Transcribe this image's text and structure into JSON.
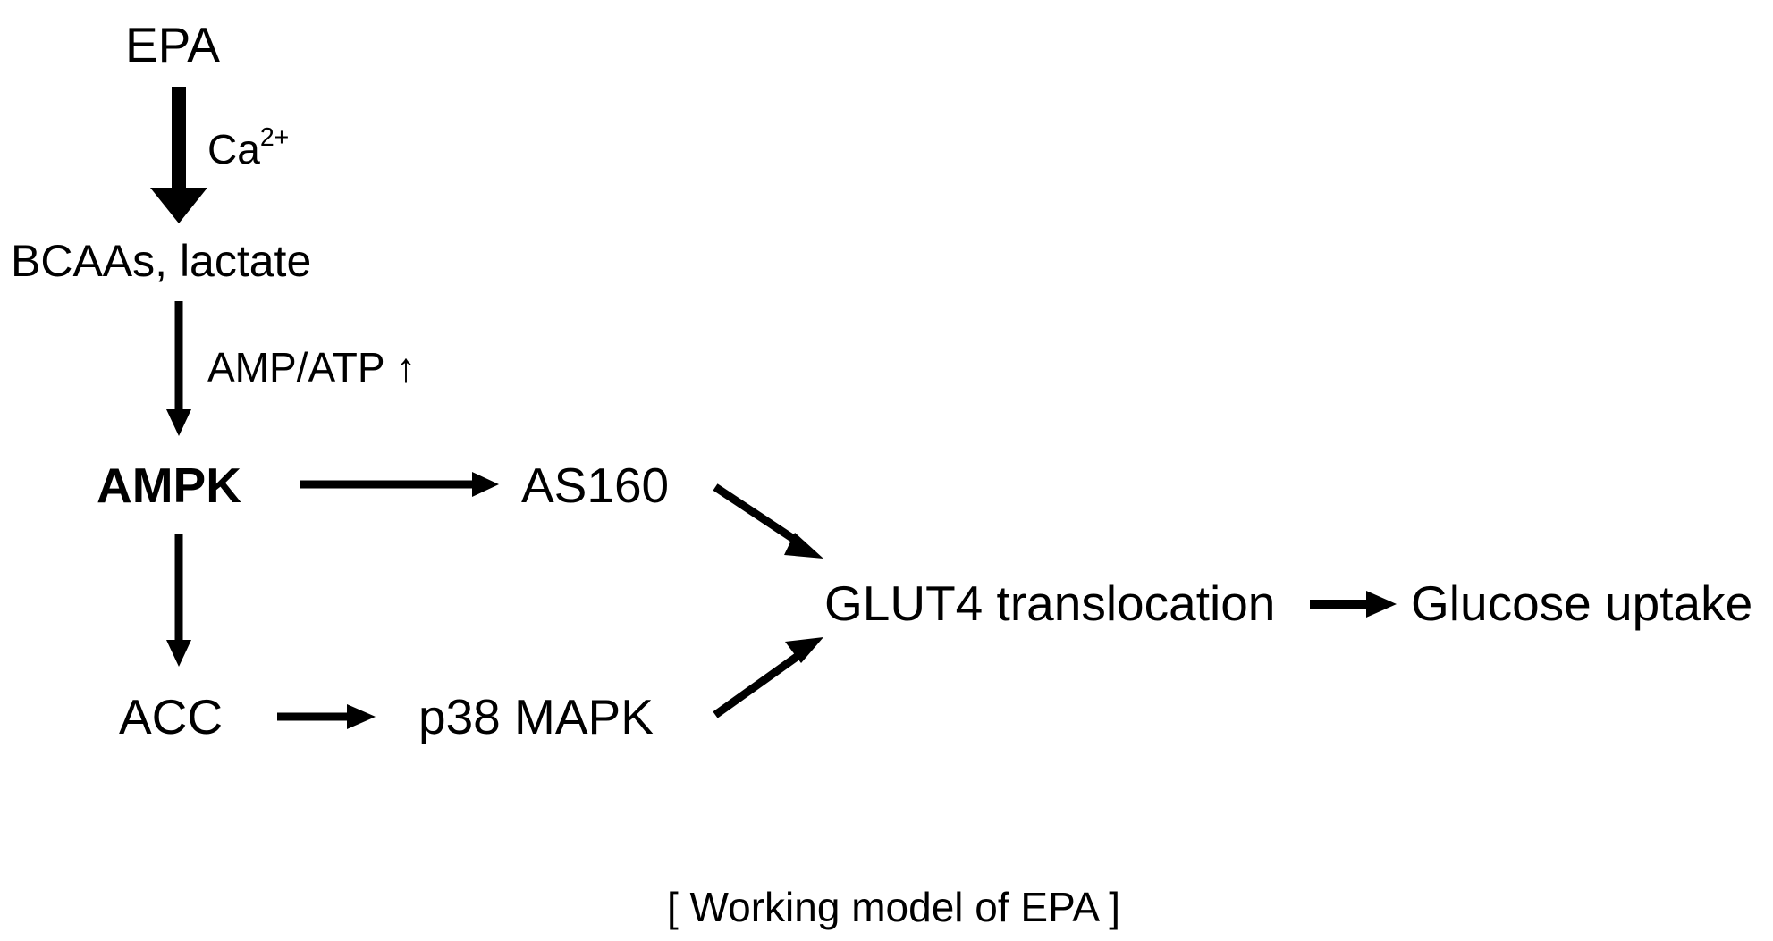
{
  "diagram": {
    "nodes": {
      "epa": "EPA",
      "bcaas_lactate": "BCAAs, lactate",
      "ampk": "AMPK",
      "as160": "AS160",
      "acc": "ACC",
      "p38_mapk": "p38 MAPK",
      "glut4_translocation": "GLUT4 translocation",
      "glucose_uptake": "Glucose uptake"
    },
    "edge_labels": {
      "ca_base": "Ca",
      "ca_sup": "2+",
      "amp_atp": "AMP/ATP ↑"
    },
    "caption": "[ Working model of EPA ]"
  }
}
